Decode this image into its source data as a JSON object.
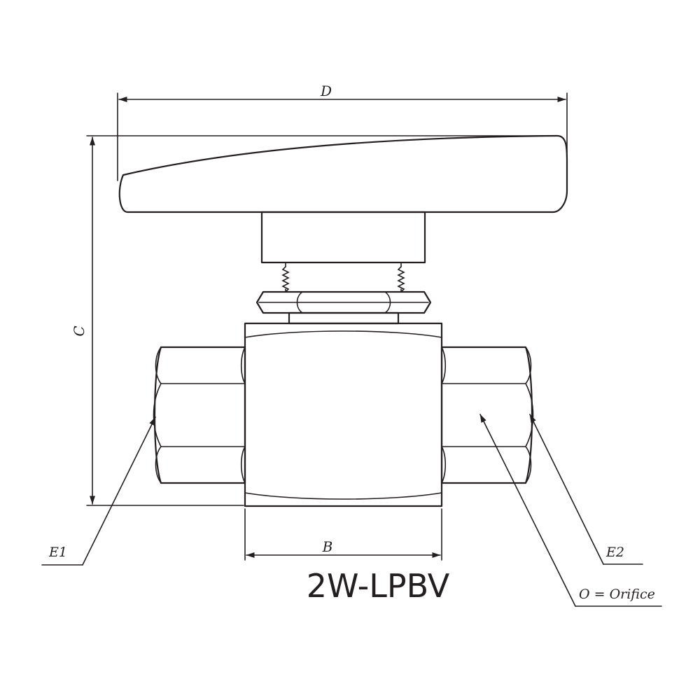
{
  "drawing": {
    "model": "2W-LPBV",
    "dimensions": {
      "top_width": "D",
      "height": "C",
      "body_width": "B"
    },
    "callouts": {
      "inlet": "E1",
      "outlet": "E2",
      "orifice": "O = Orifice"
    },
    "line_color": "#231f20",
    "background": "#ffffff"
  }
}
